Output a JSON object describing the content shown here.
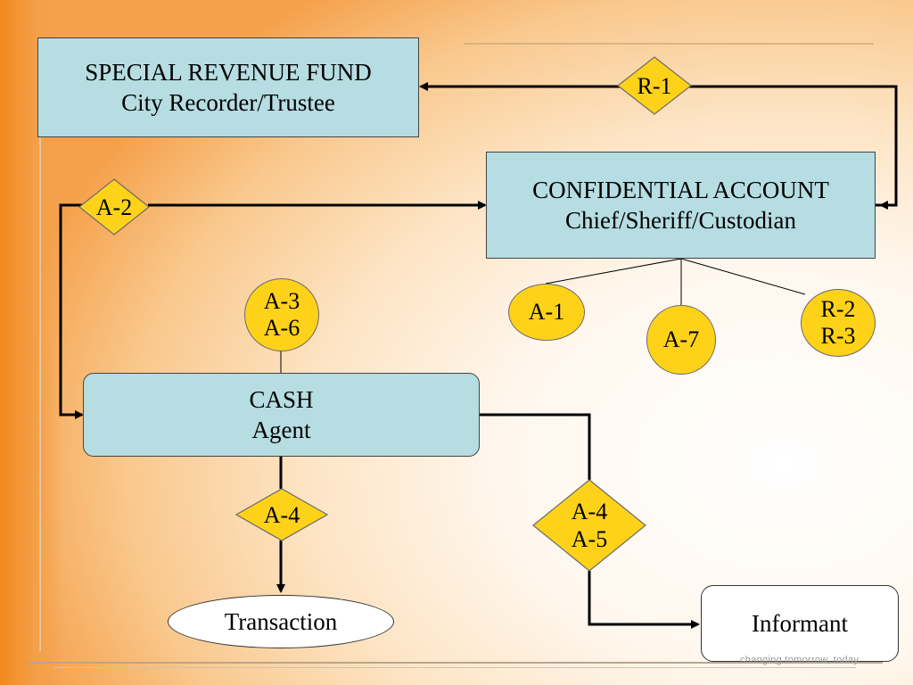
{
  "nodes": {
    "special_revenue_fund": {
      "line1": "SPECIAL REVENUE FUND",
      "line2": "City Recorder/Trustee"
    },
    "confidential_account": {
      "line1": "CONFIDENTIAL ACCOUNT",
      "line2": "Chief/Sheriff/Custodian"
    },
    "cash": {
      "line1": "CASH",
      "line2": "Agent"
    },
    "transaction": {
      "label": "Transaction"
    },
    "informant": {
      "label": "Informant"
    }
  },
  "diamonds": {
    "r1": {
      "line1": "R-1"
    },
    "a2": {
      "line1": "A-2"
    },
    "a4_left": {
      "line1": "A-4"
    },
    "a4_a5": {
      "line1": "A-4",
      "line2": "A-5"
    }
  },
  "circles": {
    "a3_a6": {
      "line1": "A-3",
      "line2": "A-6"
    },
    "a1": {
      "line1": "A-1"
    },
    "a7": {
      "line1": "A-7"
    },
    "r2_r3": {
      "line1": "R-2",
      "line2": "R-3"
    }
  },
  "footer": {
    "tagline": "changing tomorrow, today."
  },
  "colors": {
    "box_fill": "#b6dde2",
    "badge_fill": "#ffd21a",
    "accent_orange": "#f28a1f"
  }
}
